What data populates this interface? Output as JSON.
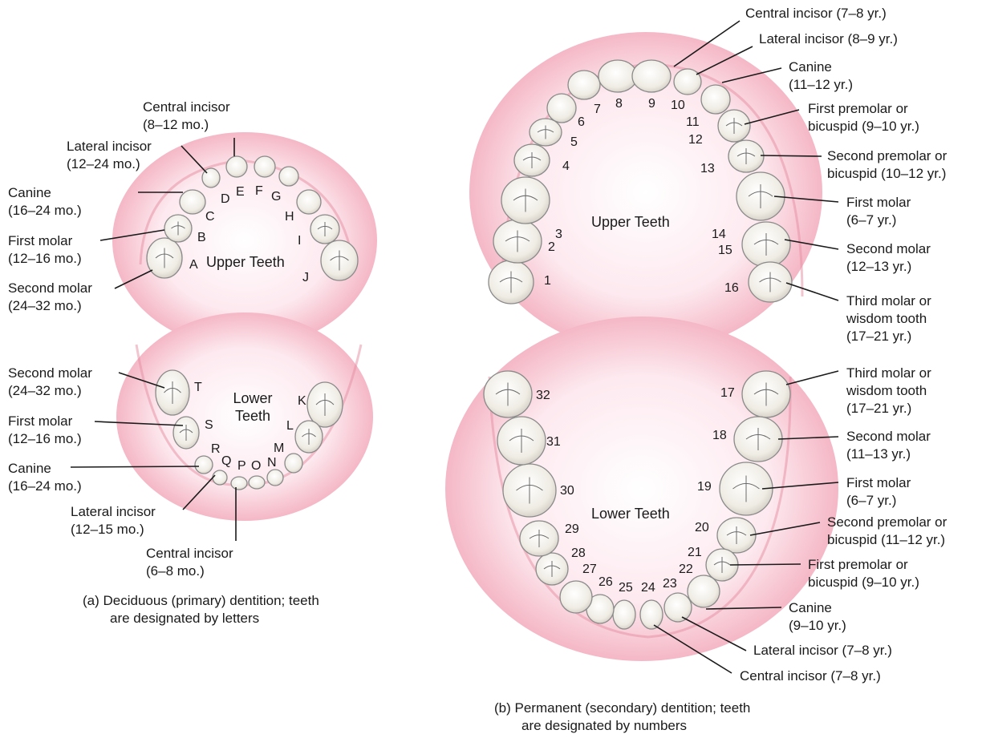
{
  "deciduous": {
    "upper_title": "Upper Teeth",
    "lower_title_l1": "Lower",
    "lower_title_l2": "Teeth",
    "upper_letters": [
      "A",
      "B",
      "C",
      "D",
      "E",
      "F",
      "G",
      "H",
      "I",
      "J"
    ],
    "lower_letters": [
      "K",
      "L",
      "M",
      "N",
      "O",
      "P",
      "Q",
      "R",
      "S",
      "T"
    ],
    "labels": {
      "upper_central": [
        "Central incisor",
        "(8–12 mo.)"
      ],
      "upper_lateral": [
        "Lateral incisor",
        "(12–24 mo.)"
      ],
      "upper_canine": [
        "Canine",
        "(16–24 mo.)"
      ],
      "upper_first_molar": [
        "First molar",
        "(12–16 mo.)"
      ],
      "upper_second_molar": [
        "Second molar",
        "(24–32 mo.)"
      ],
      "lower_second_molar": [
        "Second molar",
        "(24–32 mo.)"
      ],
      "lower_first_molar": [
        "First molar",
        "(12–16 mo.)"
      ],
      "lower_canine": [
        "Canine",
        "(16–24 mo.)"
      ],
      "lower_lateral": [
        "Lateral incisor",
        "(12–15 mo.)"
      ],
      "lower_central": [
        "Central incisor",
        "(6–8 mo.)"
      ]
    },
    "caption": [
      "(a) Deciduous (primary) dentition; teeth",
      "are designated by letters"
    ]
  },
  "permanent": {
    "upper_title": "Upper Teeth",
    "lower_title": "Lower Teeth",
    "numbers": [
      "1",
      "2",
      "3",
      "4",
      "5",
      "6",
      "7",
      "8",
      "9",
      "10",
      "11",
      "12",
      "13",
      "14",
      "15",
      "16",
      "17",
      "18",
      "19",
      "20",
      "21",
      "22",
      "23",
      "24",
      "25",
      "26",
      "27",
      "28",
      "29",
      "30",
      "31",
      "32"
    ],
    "labels": {
      "upper_central": [
        "Central incisor (7–8 yr.)"
      ],
      "upper_lateral": [
        "Lateral incisor (8–9 yr.)"
      ],
      "upper_canine": [
        "Canine",
        "(11–12 yr.)"
      ],
      "upper_first_premolar": [
        "First premolar or",
        "bicuspid (9–10 yr.)"
      ],
      "upper_second_premolar": [
        "Second premolar or",
        "bicuspid (10–12 yr.)"
      ],
      "upper_first_molar": [
        "First molar",
        "(6–7 yr.)"
      ],
      "upper_second_molar": [
        "Second molar",
        "(12–13 yr.)"
      ],
      "upper_third_molar": [
        "Third molar or",
        "wisdom tooth",
        "(17–21 yr.)"
      ],
      "lower_third_molar": [
        "Third molar or",
        "wisdom tooth",
        "(17–21 yr.)"
      ],
      "lower_second_molar": [
        "Second molar",
        "(11–13 yr.)"
      ],
      "lower_first_molar": [
        "First molar",
        "(6–7 yr.)"
      ],
      "lower_second_premolar": [
        "Second premolar or",
        "bicuspid (11–12 yr.)"
      ],
      "lower_first_premolar": [
        "First premolar or",
        "bicuspid (9–10 yr.)"
      ],
      "lower_canine": [
        "Canine",
        "(9–10 yr.)"
      ],
      "lower_lateral": [
        "Lateral incisor (7–8 yr.)"
      ],
      "lower_central": [
        "Central incisor (7–8 yr.)"
      ]
    },
    "caption": [
      "(b) Permanent (secondary) dentition; teeth",
      "are designated by numbers"
    ]
  },
  "colors": {
    "gum": "#f3b8c4",
    "gum_edge": "#e4889c",
    "palate": "#fde8ee",
    "tooth": "#f4f1ea",
    "tooth_edge": "#8a8a8a",
    "leader": "#1a1a1a"
  }
}
